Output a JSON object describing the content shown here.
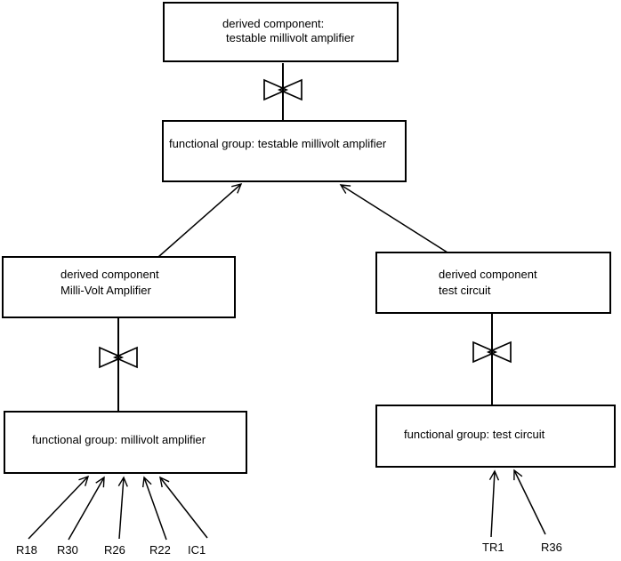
{
  "colors": {
    "background": "#ffffff",
    "line": "#000000",
    "text": "#000000",
    "box_fill": "#ffffff"
  },
  "symbols": {
    "decomposition": "bowtie"
  },
  "nodes": {
    "top_derived": {
      "line1": "derived component:",
      "line2": "testable millivolt amplifier"
    },
    "fg_testable": {
      "label": "functional group: testable millivolt amplifier"
    },
    "dc_mva": {
      "line1": "derived component",
      "line2": "Milli-Volt Amplifier"
    },
    "dc_test": {
      "line1": "derived component",
      "line2": "test circuit"
    },
    "fg_mva": {
      "label": "functional group: millivolt amplifier"
    },
    "fg_test": {
      "label": "functional group: test circuit"
    }
  },
  "component_labels": {
    "left": [
      "R18",
      "R30",
      "R26",
      "R22",
      "IC1"
    ],
    "right": [
      "TR1",
      "R36"
    ]
  }
}
